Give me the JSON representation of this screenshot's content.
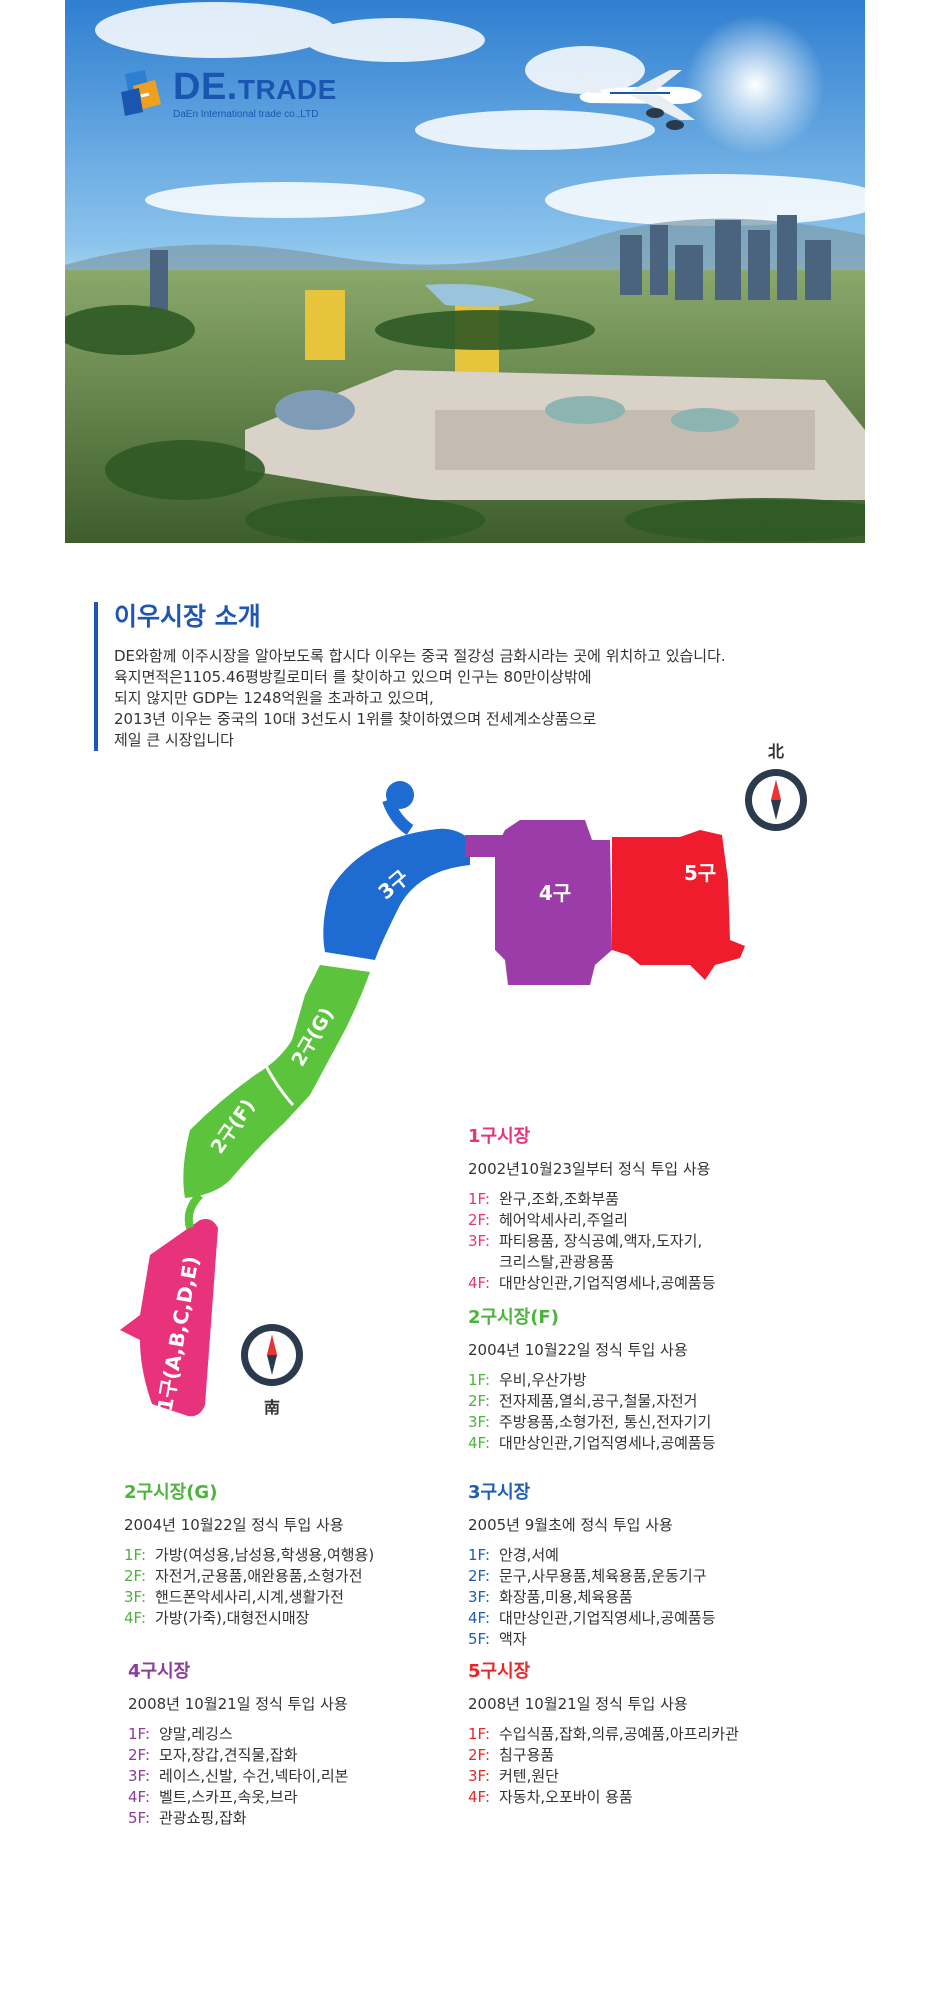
{
  "brand": {
    "name": "DE.",
    "name_suffix": "TRADE",
    "sub": "DaEn International trade co.,LTD",
    "color": "#1a56b0"
  },
  "intro": {
    "title": "이우시장 소개",
    "body": "DE와함께 이주시장을 알아보도록 합시다 이우는 중국 절강성 금화시라는 곳에 위치하고 있습니다.\n육지면적은1105.46평방킬로미터 를 찾이하고 있으며 인구는 80만이상밖에\n되지 않지만 GDP는 1248억원을 초과하고 있으며,\n2013년 이우는 중국의 10대 3선도시 1위를 찾이하였으며 전세계소상품으로\n제일 큰 시장입니다"
  },
  "map": {
    "compass_north": "北",
    "compass_south": "南",
    "zones": {
      "z1": "1구(A,B,C,D,E)",
      "z2f": "2구(F)",
      "z2g": "2구(G)",
      "z3": "3구",
      "z4": "4구",
      "z5": "5구"
    },
    "colors": {
      "z1": "#e8327c",
      "z2": "#5cc43c",
      "z3": "#1e6cd2",
      "z4": "#9c3ca8",
      "z5": "#ee1c2c"
    }
  },
  "markets": {
    "m1": {
      "title": "1구시장",
      "date": "2002년10월23일부터 정식 투입 사용",
      "floors": [
        {
          "f": "1F:",
          "t": "완구,조화,조화부품"
        },
        {
          "f": "2F:",
          "t": "헤어악세사리,주얼리"
        },
        {
          "f": "3F:",
          "t": "파티용품, 장식공예,액자,도자기,\n크리스탈,관광용품"
        },
        {
          "f": "4F:",
          "t": "대만상인관,기업직영세나,공예품등"
        }
      ]
    },
    "m2f": {
      "title": "2구시장(F)",
      "date": "2004년 10월22일 정식 투입 사용",
      "floors": [
        {
          "f": "1F:",
          "t": "우비,우산가방"
        },
        {
          "f": "2F:",
          "t": "전자제품,열쇠,공구,철물,자전거"
        },
        {
          "f": "3F:",
          "t": "주방용품,소형가전, 통신,전자기기"
        },
        {
          "f": "4F:",
          "t": "대만상인관,기업직영세나,공예품등"
        }
      ]
    },
    "m2g": {
      "title": "2구시장(G)",
      "date": "2004년 10월22일 정식 투입 사용",
      "floors": [
        {
          "f": "1F:",
          "t": "가방(여성용,남성용,학생용,여행용)"
        },
        {
          "f": "2F:",
          "t": "자전거,군용품,애완용품,소형가전"
        },
        {
          "f": "3F:",
          "t": "핸드폰악세사리,시계,생활가전"
        },
        {
          "f": "4F:",
          "t": "가방(가죽),대형전시매장"
        }
      ]
    },
    "m3": {
      "title": "3구시장",
      "date": "2005년 9월초에 정식 투입 사용",
      "floors": [
        {
          "f": "1F:",
          "t": "안경,서예"
        },
        {
          "f": "2F:",
          "t": "문구,사무용품,체육용품,운동기구"
        },
        {
          "f": "3F:",
          "t": "화장품,미용,체육용품"
        },
        {
          "f": "4F:",
          "t": "대만상인관,기업직영세나,공예품등"
        },
        {
          "f": "5F:",
          "t": "액자"
        }
      ]
    },
    "m4": {
      "title": "4구시장",
      "date": "2008년 10월21일 정식 투입 사용",
      "floors": [
        {
          "f": "1F:",
          "t": "양말,레깅스"
        },
        {
          "f": "2F:",
          "t": "모자,장갑,견직물,잡화"
        },
        {
          "f": "3F:",
          "t": "레이스,신발, 수건,넥타이,리본"
        },
        {
          "f": "4F:",
          "t": "벨트,스카프,속옷,브라"
        },
        {
          "f": "5F:",
          "t": "관광쇼핑,잡화"
        }
      ]
    },
    "m5": {
      "title": "5구시장",
      "date": "2008년 10월21일 정식 투입 사용",
      "floors": [
        {
          "f": "1F:",
          "t": "수입식품,잡화,의류,공예품,아프리카관"
        },
        {
          "f": "2F:",
          "t": "침구용품"
        },
        {
          "f": "3F:",
          "t": "커텐,원단"
        },
        {
          "f": "4F:",
          "t": "자동차,오포바이 용품"
        }
      ]
    }
  }
}
